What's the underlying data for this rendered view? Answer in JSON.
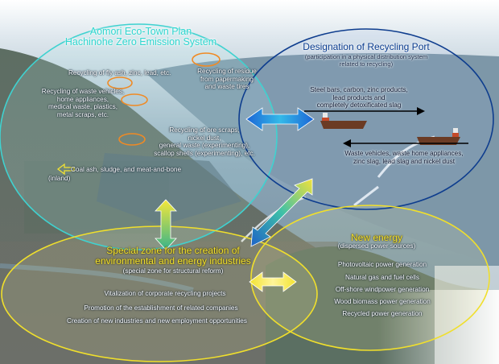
{
  "eco_town": {
    "title_line1": "Aomori Eco-Town Plan",
    "title_line2": "Hachinohe Zero Emission System",
    "items": {
      "fly_ash": "Recycling of fly ash, zinc, lead, etc.",
      "papermaking": "Recycling of residue\nfrom papermaking\nand waste tires",
      "vehicles": "Recycling of waste vehicles,\nhome appliances,\nmedical waste, plastics,\nmetal scraps, etc.",
      "ore_scraps": "Recycling of ore scraps,\nnickel dust,\ngeneral waste (experimenting),\nscallop shells (experimenting), etc.",
      "coal_ash": "Coal ash, sludge, and meat-and-bone",
      "inland": "(inland)"
    }
  },
  "recycling_port": {
    "title": "Designation of Recycling Port",
    "subtitle": "(participation in a physical distribution system\nrelated to recycling)",
    "outbound": "Steel bars, carbon, zinc products,\nlead products and\ncompletely detoxificated slag",
    "inbound": "Waste vehicles, waste home appliances,\nzinc slag, lead slag and nickel dust"
  },
  "special_zone": {
    "title_line1": "Special zone for the creation of",
    "title_line2": "environmental and energy industries",
    "subtitle": "(special zone for structural reform)",
    "items": [
      "Vitalization of corporate recycling projects",
      "Promotion of the establishment of related companies",
      "Creation of new industries and new employment opportunities"
    ]
  },
  "new_energy": {
    "title": "New energy",
    "subtitle": "(dispersed power sources)",
    "items": [
      "Photovoltaic power generation",
      "Natural gas and fuel cells",
      "Off-shore windpower generation",
      "Wood biomass power generation",
      "Recycled power generation"
    ]
  },
  "colors": {
    "teal": "#2fd6cf",
    "navy": "#0a3c8f",
    "yellow": "#f2e233",
    "orange": "#f08a24",
    "blue_arrow": "#1a5fc8"
  }
}
